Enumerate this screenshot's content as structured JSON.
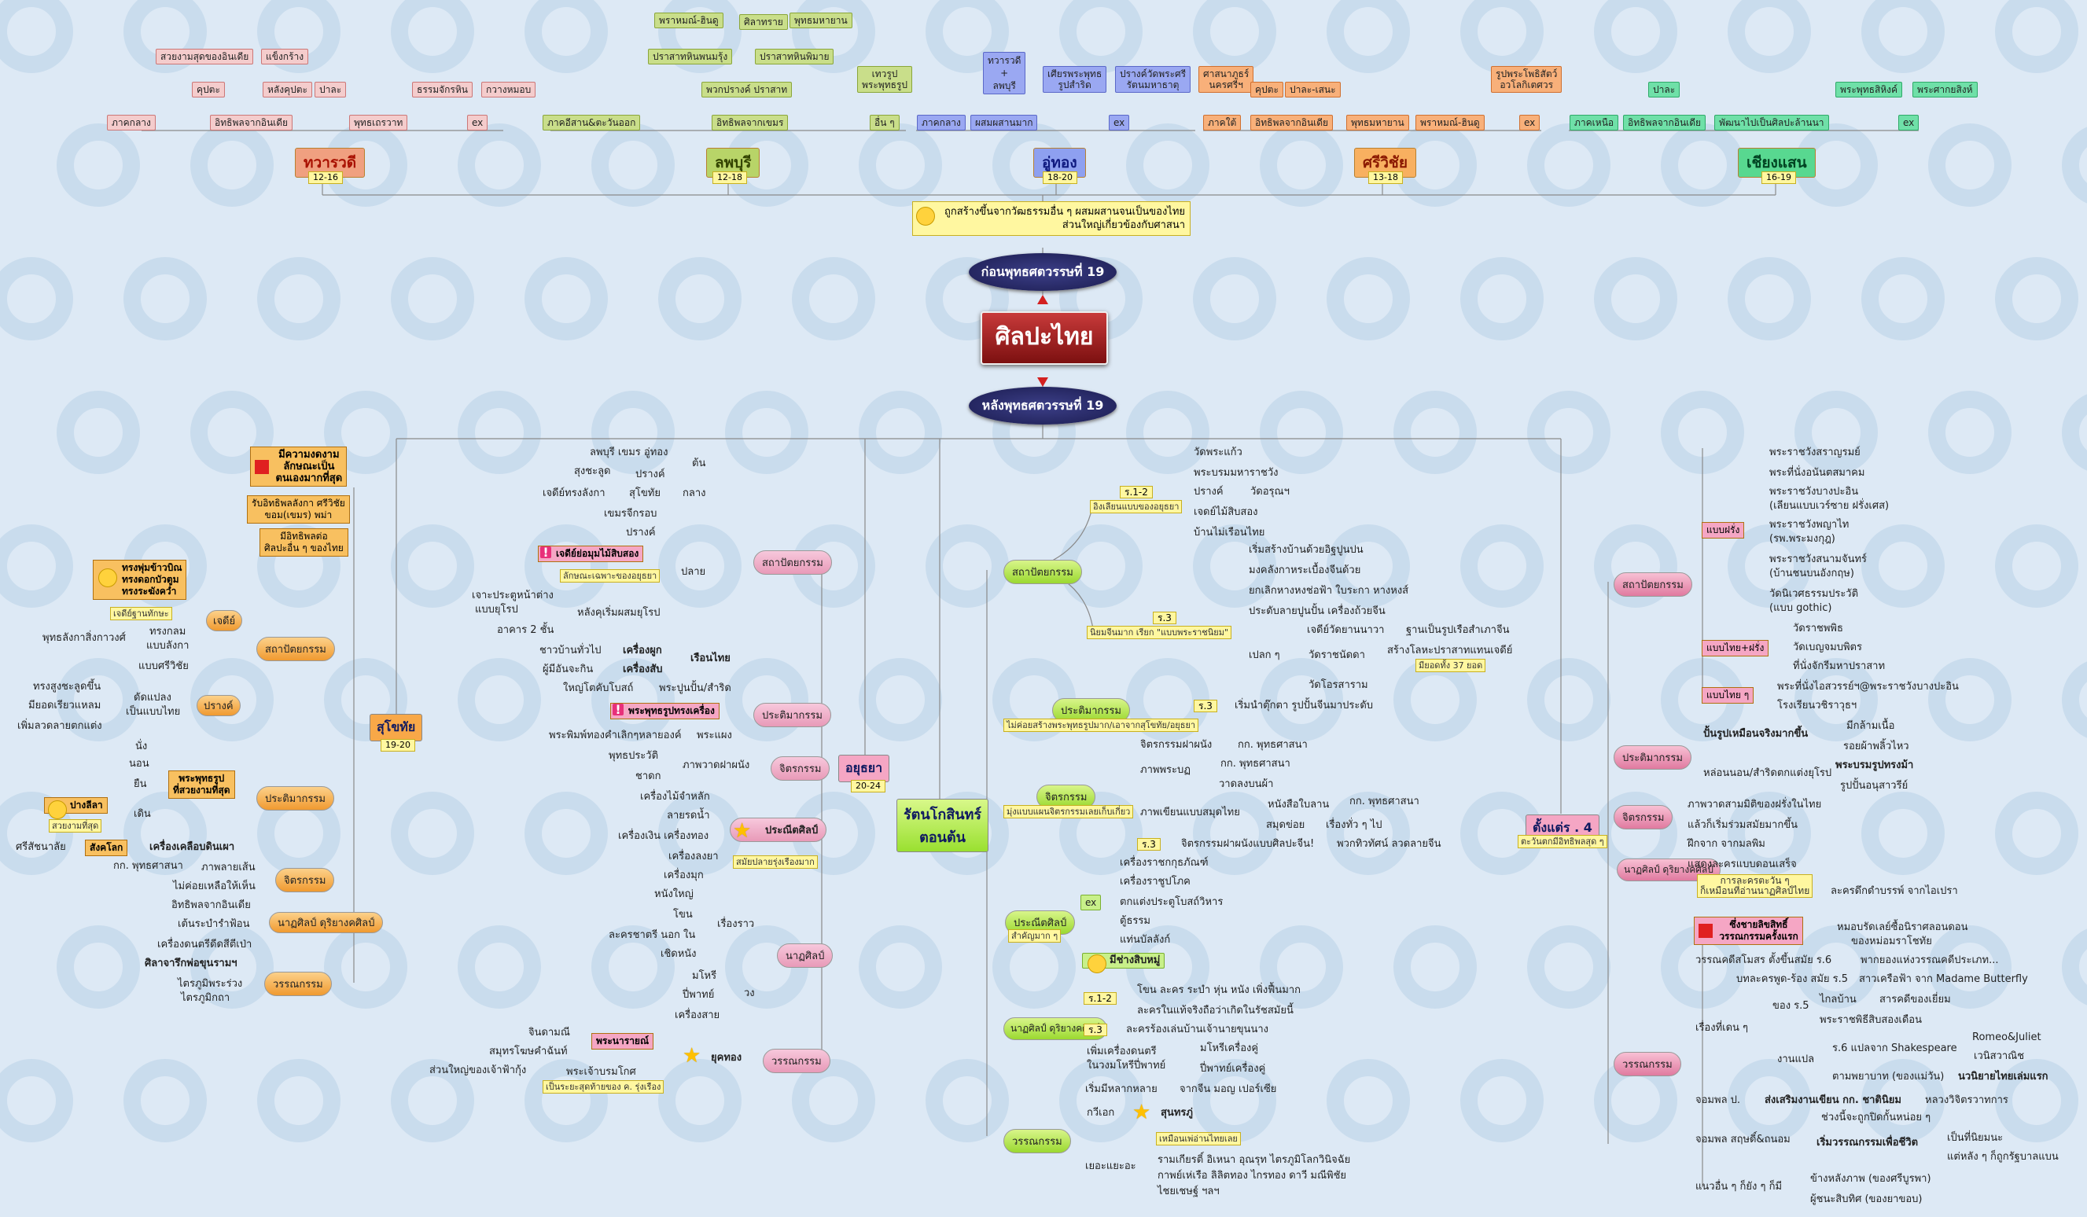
{
  "center": {
    "title": "ศิลปะไทย"
  },
  "before": {
    "label": "ก่อนพุทธศตวรรษที่ 19"
  },
  "after": {
    "label": "หลังพุทธศตวรรษที่ 19"
  },
  "note": {
    "line1": "ถูกสร้างขึ้นจากวัฒธรรมอื่น ๆ ผสมผสานจนเป็นของไทย",
    "line2": "ส่วนใหญ่เกี่ยวข้องกับศาสนา"
  },
  "top": {
    "dvaravati": {
      "title": "ทวารวดี",
      "period": "12-16",
      "b1": "ภาคกลาง",
      "b2": "อิทธิพลจากอินเดีย",
      "b3": "พุทธเถรวาท",
      "b4": "ex",
      "c1": "สวยงามสุดของอินเดีย",
      "c2": "แข็งกร้าง",
      "c3": "คุปตะ",
      "c4": "หลังคุปตะ",
      "c5": "ปาละ",
      "c6": "ธรรมจักรหิน",
      "c7": "กวางหมอบ"
    },
    "lopburi": {
      "title": "ลพบุรี",
      "period": "12-18",
      "b1": "ภาคอีสาน&ตะวันออก",
      "b2": "อิทธิพลจากเขมร",
      "b3": "อื่น ๆ",
      "c1": "พราหมณ์-ฮินดู",
      "c2": "ศิลาทราย",
      "c3": "พุทธมหายาน",
      "c4": "ปราสาทหินพนมรุ้ง",
      "c5": "ปราสาทหินพิมาย",
      "c6": "พวกปรางค์ ปราสาท",
      "c7": "เทวรูป",
      "c8": "พระพุทธรูป"
    },
    "uthong": {
      "title": "อู่ทอง",
      "period": "18-20",
      "b1": "ภาคกลาง",
      "b2": "ผสมผสานมาก",
      "b3": "ex",
      "c1": "ทวารวดี",
      "c2": "+",
      "c3": "ลพบุรี",
      "c4": "เศียรพระพุทธ",
      "c5": "รูปสำริด",
      "c6": "ปรางค์วัดพระศรี",
      "c7": "รัตนมหาธาตุ"
    },
    "srivijaya": {
      "title": "ศรีวิชัย",
      "period": "13-18",
      "b1": "ภาคใต้",
      "b2": "อิทธิพลจากอินเดีย",
      "b3": "พุทธมหายาน",
      "b4": "พราหมณ์-ฮินดู",
      "b5": "ex",
      "c1": "ศาสนาภูธร์",
      "c2": "นครศรีฯ",
      "c3": "คุปตะ",
      "c4": "ปาละ-เสนะ",
      "c5": "รูปพระโพธิสัตว์",
      "c6": "อวโลกิเตศวร"
    },
    "chiangsaen": {
      "title": "เชียงแสน",
      "period": "16-19",
      "b1": "ภาคเหนือ",
      "b2": "อิทธิพลจากอินเดีย",
      "b3": "พัฒนาไปเป็นศิลปะล้านนา",
      "b4": "ex",
      "c1": "ปาละ",
      "c2": "พระพุทธสิหิงค์",
      "c3": "พระศากยสิงห์"
    }
  },
  "sukhothai": {
    "title": "สุโขทัย",
    "period": "19-20",
    "f1": "มีความงดงาม",
    "f2": "ลักษณะเป็น",
    "f3": "ตนเองมากที่สุด",
    "f4": "รับอิทธิพลลังกา ศรีวิชัย",
    "f5": "ขอม(เขมร) พม่า",
    "f6": "มีอิทธิพลต่อ",
    "f7": "ศิลปะอื่น ๆ ของไทย",
    "arch": "สถาปัตยกรรม",
    "chedi": "เจดีย์",
    "ch1": "ทรงพุ่มข้าวบิณ",
    "ch2": "ทรงดอกบัวตูม",
    "ch3": "ทรงระฆังคว่ำ",
    "ch4": "เจดีย์ฐานทักษะ",
    "ch5": "พุทธลังกาสิ่งกาวงศ์",
    "ch6": "ทรงกลม",
    "ch7": "แบบลังกา",
    "ch8": "แบบศรีวิชัย",
    "prang": "ปรางค์",
    "pr1": "ทรงสูงชะลูดขึ้น",
    "pr2": "มียอดเรียวแหลม",
    "pr3": "เพิ่มลวดลายตกแต่ง",
    "pr4": "ดัดแปลง",
    "pr5": "เป็นแบบไทย",
    "sculp": "ประติมากรรม",
    "s1": "นั่ง",
    "s2": "นอน",
    "s3": "ยืน",
    "s4": "เดิน",
    "s5": "พระพุทธรูป",
    "s6": "ที่สวยงามที่สุด",
    "s7": "ปางลีลา",
    "s8": "สวยงามที่สุด",
    "s9": "สังคโลก",
    "s10": "ศรีสัชนาลัย",
    "s11": "เครื่องเคลือบดินเผา",
    "paint": "จิตรกรรม",
    "p1": "กก. พุทธศาสนา",
    "p2": "ภาพลายเส้น",
    "p3": "ไม่ค่อยเหลือให้เห็น",
    "drama": "นาฏศิลป์ ดุริยางคศิลป์",
    "d1": "อิทธิพลจากอินเดีย",
    "d2": "เต้นระบำรำฟ้อน",
    "d3": "เครื่องดนตรีดีดสีตีเป่า",
    "lit": "วรรณกรรม",
    "l1": "ศิลาจารึกพ่อขุนรามฯ",
    "l2": "ไตรภูมิพระร่วง",
    "l3": "ไตรภูมิกถา"
  },
  "ayutthaya": {
    "title": "อยุธยา",
    "period": "20-24",
    "arch": "สถาปัตยกรรม",
    "a1": "ลพบุรี เขมร อู่ทอง",
    "a2": "ต้น",
    "a3": "สุงชะลูด",
    "a4": "ปรางค์",
    "a5": "เจดีย์ทรงลังกา",
    "a6": "สุโขทัย",
    "a7": "กลาง",
    "a8": "เขมรจีกรอบ",
    "a9": "ปรางค์",
    "a10": "เจดีย์ย่อมุมไม้สิบสอง",
    "a11": "ลักษณะเฉพาะของอยุธยา",
    "a12": "ปลาย",
    "a13": "เจาะประตูหน้าต่าง",
    "a14": "แบบยุโรป",
    "a15": "หลังคุเริ่มผสมยุโรป",
    "a16": "อาคาร 2 ชั้น",
    "a17": "ชาวบ้านทั่วไป",
    "a18": "เครื่องผูก",
    "a19": "เรือนไทย",
    "a20": "ผู้มีอันจะกิน",
    "a21": "เครื่องสับ",
    "sculp": "ประติมากรรม",
    "s1": "ใหญ่โตคับโบสถ์",
    "s2": "พระปูนปั้น/สำริด",
    "s3": "พระพุทธรูปทรงเครื่อง",
    "s4": "พระพิมพ์ทองคำเลิกๆหลายองค์",
    "s5": "พระแผง",
    "paint": "จิตรกรรม",
    "p1": "พุทธประวัติ",
    "p2": "ภาพวาดฝาผนัง",
    "p3": "ชาดก",
    "craft": "ประณีตศิลป์",
    "craft2": "สมัยปลายรุ่งเรืองมาก",
    "c1": "เครื่องไม้จำหลัก",
    "c2": "ลายรดน้ำ",
    "c3": "เครื่องเงิน เครื่องทอง",
    "c4": "เครื่องลงยา",
    "c5": "เครื่องมุก",
    "drama": "นาฏศิลป์",
    "d1": "หนังใหญ่",
    "d2": "โขน",
    "d3": "เรื่องราว",
    "d4": "ละครชาตรี นอก ใน",
    "d5": "เชิดหนัง",
    "d6": "มโหรี",
    "d7": "ปี่พาทย์",
    "d8": "วง",
    "d9": "เครื่องสาย",
    "lit": "วรรณกรรม",
    "l1": "ยุคทอง",
    "l2": "พระนารายณ์",
    "l3": "จินดามณี",
    "l4": "สมุทรโฆษคำฉันท์",
    "l5": "ส่วนใหญ่ของเจ้าฟ้ากุ้ง",
    "l6": "พระเจ้าบรมโกศ",
    "l7": "เป็นระยะสุดท้ายของ ค. รุ่งเรือง"
  },
  "ratana": {
    "title": "รัตนโกสินทร์",
    "title2": "ตอนต้น",
    "arch": "สถาปัตยกรรม",
    "r12": "ร.1-2",
    "r12n": "อิงเลียนแบบของอยุธยา",
    "a1": "วัดพระแก้ว",
    "a2": "พระบรมมหาราชวัง",
    "a3": "ปรางค์",
    "a4": "วัดอรุณฯ",
    "a5": "เจดย์ไม้สิบสอง",
    "a6": "บ้านไม่เรือนไทย",
    "r3": "ร.3",
    "r3n": "นิยมจีนมาก เรียก \"แบบพระราชนิยม\"",
    "a7": "เริ่มสร้างบ้านด้วยอิฐปูนปน",
    "a8": "มงคลังกาหระเบื้องจีนด้วย",
    "a9": "ยกเลิกหางหงช่อฟ้า ใบระกา หางหงส์",
    "a10": "ประดับลายปูนปั้น เครื่องถ้วยจีน",
    "a11": "เจดีย์วัดยานนาวา",
    "a12": "ฐานเป็นรูปเรือสำเภาจีน",
    "a13": "เปลก ๆ",
    "a14": "วัดราชนัดดา",
    "a15": "สร้างโลหะปราสาทแทนเจดีย์",
    "a16": "มียอดทั้ง 37 ยอด",
    "a17": "วัดโอรสาราม",
    "sculp": "ประติมากรรม",
    "sculpn": "ไม่ค่อยสร้างพระพุทธรูปมาก/เอาจากสุโขทัย/อยุธยา",
    "s1": "ร.3",
    "s2": "เริ่มนำตุ๊กตา รูปปั้นจีนมาประดับ",
    "paint": "จิตรกรรม",
    "paintn": "มุ่งแบบแผนจิตรกรรมเลยเก็บเกี่ยว",
    "p1": "จิตรกรรมฝาผนัง",
    "p2": "กก. พุทธศาสนา",
    "p3": "ภาพพระบฏ",
    "p4": "กก. พุทธศาสนา",
    "p5": "วาดลงบนผ้า",
    "p6": "ภาพเขียนแบบสมุดไทย",
    "p7": "หนังสือใบลาน",
    "p8": "กก. พุทธศาสนา",
    "p9": "สมุดข่อย",
    "p10": "เรื่องทั่ว ๆ ไป",
    "p11": "ร.3",
    "p12": "จิตรกรรมฝาผนังแบบศิลปะจีน!",
    "p13": "พวกทิวทัศน์ ลวดลายจีน",
    "craft": "ประณีตศิลป์",
    "craftn": "สำคัญมาก ๆ",
    "ex": "ex",
    "c1": "เครื่องราชกกุธภัณฑ์",
    "c2": "เครื่องราชูปโภค",
    "c3": "ตกแต่งประตูโบสถ์วิหาร",
    "c4": "ตู้ธรรม",
    "c5": "แท่นบัลลังก์",
    "c6": "มีช่างสิบหมู่",
    "drama": "นาฏศิลป์ ดุริยางคศิลป์",
    "d1": "ร.1-2",
    "d2": "โขน ละคร ระบำ หุ่น หนัง เพิ่งฟื้นมาก",
    "d3": "ละครในแท้จริงถือว่าเกิดในรัชสมัยนี้",
    "d4": "ร.3",
    "d5": "ละครร้องเล่นบ้านเจ้านายขุนนาง",
    "d6": "เพิ่มเครื่องดนตรี",
    "d7": "ในวงมโหรีปี่พาทย์",
    "d8": "มโหรีเครื่องคู่",
    "d9": "ปี่พาทย์เครื่องคู่",
    "lit": "วรรณกรรม",
    "l1": "เริ่มมีหลากหลาย",
    "l2": "จากจีน มอญ เปอร์เซีย",
    "l3": "กวีเอก",
    "l4": "สุนทรภู่",
    "l5": "เหมือนเพ่อ่านไทยเลย",
    "l6": "เยอะแยะอะ",
    "l7": "รามเกียรติ์ อิเหนา อุณรุท ไตรภูมิโลกวินิจฉัย",
    "l8": "กาพย์เห่เรือ ลิลิตทอง ไกรทอง ดาวี มณีพิชัย",
    "l9": "ไชยเชษฐ์ ฯลฯ"
  },
  "r4": {
    "title": "ตั้งแต่ร . 4",
    "sub": "ตะวันตกมีอิทธิพลสุด ๆ",
    "arch": "สถาปัตยกรรม",
    "w": "แบบฝรั่ง",
    "w1": "พระราชวังสราญรมย์",
    "w2": "พระที่นั่งอนันตสมาคม",
    "w3": "พระราชวังบางปะอิน",
    "w4": "(เลียนแบบเวร์ซาย ฝรั่งเศส)",
    "w5": "พระราชวังพญาไท",
    "w6": "(รพ.พระมงกุฎ)",
    "w7": "พระราชวังสนามจันทร์",
    "w8": "(บ้านชนบนอังกฤษ)",
    "w9": "วัดนิเวศธรรมประวัติ",
    "w10": "(แบบ gothic)",
    "tw": "แบบไทย+ฝรั่ง",
    "tw1": "วัดราชพพิธ",
    "tw2": "วัดเบญจมบพิตร",
    "tw3": "ที่นั่งจักรีมหาปราสาท",
    "t": "แบบไทย ๆ",
    "t1": "พระที่นั่งไอสวรรย์ฯ@พระราชวังบางปะอิน",
    "t2": "โรงเรียนวชิราวุธฯ",
    "sculp": "ประติมากรรม",
    "s1": "ปั้นรูปเหมือนจริงมากขึ้น",
    "s2": "มีกล้ามเนื้อ",
    "s3": "รอยผ้าพลิ้วไหว",
    "s4": "หล่อนนอน/สำริดตกแต่งยุโรป",
    "s5": "พระบรมรูปทรงม้า",
    "s6": "รูปปั้นอนุสาวรีย์",
    "paint": "จิตรกรรม",
    "p1": "ภาพวาดสามมิติของฝรั่งในไทย",
    "p2": "แล้วก็เริ่มร่วมสมัยมากขึ้น",
    "drama": "นาฏศิลป์ ดุริยางคศิลป์",
    "d1": "ฝึกจาก จากมลพิม",
    "d2": "แสดงละครแบบดอนเสร็จ",
    "d3": "การละครตะวัน ๆ",
    "d4": "ก็เหมือนที่อ่านนาฏศิลป์ไทย",
    "d5": "ละครดึกดำบรรพ์ จากไอเปรา",
    "lit": "วรรณกรรม",
    "l1": "ซึ่งชายลิขสิทธิ์",
    "l2": "วรรณกรรมครั้งแรก",
    "l3": "หมอบรัดเลย์ซื้อนิราศลอนดอน",
    "l4": "ของหม่อมราโชทัย",
    "l5": "วรรณคดีสโมสร ตั้งขึ้นสมัย ร.6",
    "l6": "พากยองแห่งวรรณคดีประเภท...",
    "l7": "บทละครพูด-ร้อง สมัย ร.5",
    "l8": "สาวเครือฟ้า จาก Madame Butterfly",
    "l9": "เรื่องที่เดน ๆ",
    "l10": "ของ ร.5",
    "l11": "ไกลบ้าน",
    "l12": "สารคดีของเยี่ยม",
    "l13": "พระราชพิธีสิบสองเดือน",
    "l14": "งานแปล",
    "l15": "ร.6 แปลจาก Shakespeare",
    "l16": "Romeo&Juliet",
    "l17": "เวนิสวาณิช",
    "l18": "ตามพยาบาท (ของแม่วัน)",
    "l19": "นวนิยายไทยเล่มแรก",
    "l20": "จอมพล ป.",
    "l21": "ส่งเสริมงานเขียน กก. ชาตินิยม",
    "l22": "หลวงวิจิตรวาทการ",
    "l23": "ช่วงนี้จะถูกปิดกั้นหน่อย ๆ",
    "l24": "จอมพล สฤษดิ์&ถนอม",
    "l25": "เริ่มวรรณกรรมเพื่อชีวิต",
    "l26": "เป็นที่นิยมนะ",
    "l27": "แต่หลัง ๆ ก็ถูกรัฐบาลแบน",
    "l28": "แนวอื่น ๆ ก็ยัง ๆ ก็มี",
    "l29": "ข้างหลังภาพ (ของศรีบูรพา)",
    "l30": "ผู้ชนะสิบทิศ (ของยาขอบ)"
  }
}
